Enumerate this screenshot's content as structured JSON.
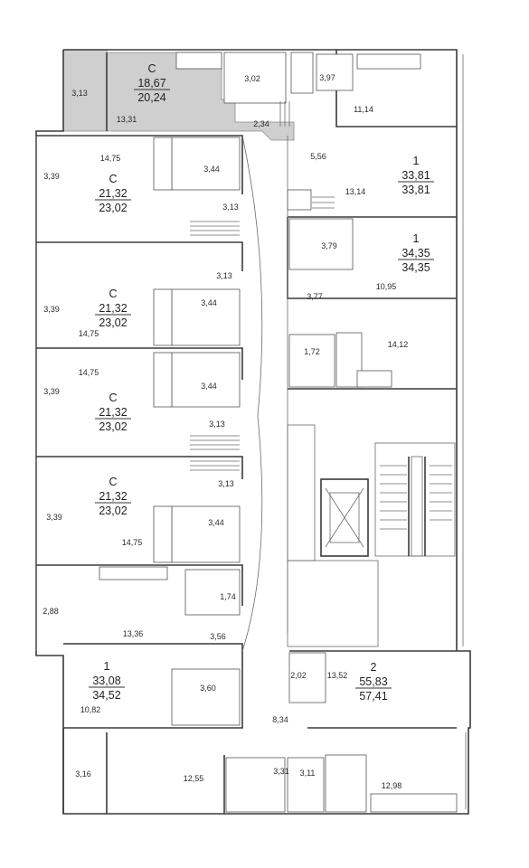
{
  "colors": {
    "highlight": "#cfcfcf",
    "wall": "#3a3a3a",
    "text": "#2b2b2b",
    "background": "#ffffff"
  },
  "apartments": [
    {
      "id": "a1",
      "type": "C",
      "area_living": "18,67",
      "area_total": "20,24"
    },
    {
      "id": "a2",
      "type": "1",
      "area_living": "33,81",
      "area_total": "33,81"
    },
    {
      "id": "a3",
      "type": "C",
      "area_living": "21,32",
      "area_total": "23,02"
    },
    {
      "id": "a4",
      "type": "1",
      "area_living": "34,35",
      "area_total": "34,35"
    },
    {
      "id": "a5",
      "type": "C",
      "area_living": "21,32",
      "area_total": "23,02"
    },
    {
      "id": "a6",
      "type": "C",
      "area_living": "21,32",
      "area_total": "23,02"
    },
    {
      "id": "a7",
      "type": "C",
      "area_living": "21,32",
      "area_total": "23,02"
    },
    {
      "id": "a8",
      "type": "1",
      "area_living": "33,08",
      "area_total": "34,52"
    },
    {
      "id": "a9",
      "type": "2",
      "area_living": "55,83",
      "area_total": "57,41"
    }
  ],
  "room_labels": [
    "3,13",
    "13,31",
    "3,02",
    "3,97",
    "11,14",
    "2,34",
    "5,56",
    "13,14",
    "14,75",
    "3,39",
    "3,44",
    "3,13",
    "3,79",
    "3,13",
    "10,95",
    "3,44",
    "3,77",
    "3,39",
    "14,75",
    "1,72",
    "14,12",
    "14,75",
    "3,39",
    "3,44",
    "3,13",
    "3,13",
    "3,39",
    "3,44",
    "14,75",
    "1,74",
    "2,88",
    "13,36",
    "3,56",
    "2,02",
    "13,52",
    "3,60",
    "10,82",
    "8,34",
    "3,16",
    "12,55",
    "3,31",
    "3,11",
    "12,98"
  ]
}
